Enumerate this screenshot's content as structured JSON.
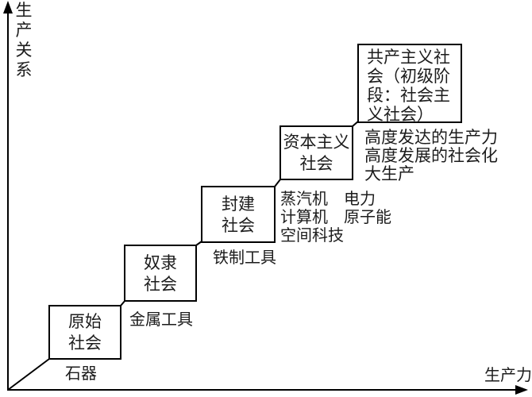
{
  "axes": {
    "y_label": "生产关系",
    "x_label": "生产力"
  },
  "stages": [
    {
      "name": "原始社会",
      "box_lines": [
        "原始",
        "社会"
      ],
      "caption_lines": [
        "石器"
      ]
    },
    {
      "name": "奴隶社会",
      "box_lines": [
        "奴隶",
        "社会"
      ],
      "caption_lines": [
        "金属工具"
      ]
    },
    {
      "name": "封建社会",
      "box_lines": [
        "封建",
        "社会"
      ],
      "caption_lines": [
        "铁制工具"
      ]
    },
    {
      "name": "资本主义社会",
      "box_lines": [
        "资本主义",
        "社会"
      ],
      "caption_lines": [
        "蒸汽机　电力",
        "计算机　原子能",
        "空间科技"
      ]
    },
    {
      "name": "共产主义社会（初级阶段：社会主义社会）",
      "box_lines": [
        "共产主义社",
        "会（初级阶",
        "段：社会主",
        "义社会）"
      ],
      "caption_lines": [
        "高度发达的生产力",
        "高度发展的社会化",
        "大生产"
      ]
    }
  ],
  "colors": {
    "line": "#000000",
    "background": "#ffffff",
    "text": "#1c1c1c"
  }
}
